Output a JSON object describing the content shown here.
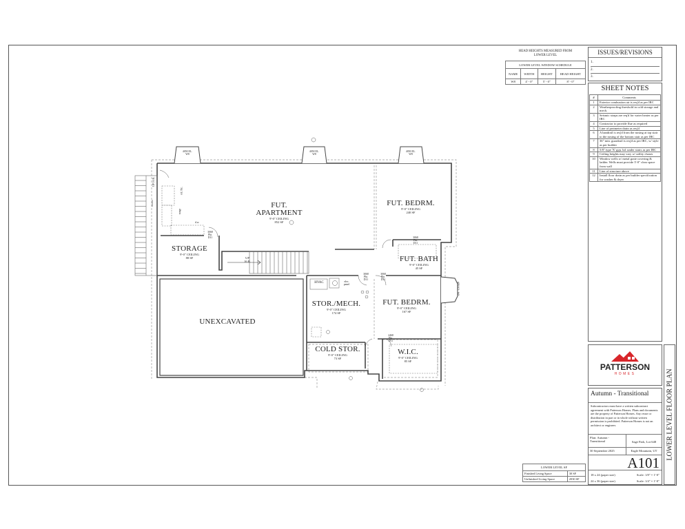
{
  "window_schedule": {
    "caption": "HEAD HEIGHTS MEASURED FROM LOWER LEVEL",
    "title": "LOWER LEVEL WINDOW SCHEDULE",
    "headers": [
      "NAME",
      "WIDTH",
      "HEIGHT",
      "HEAD HEIGHT"
    ],
    "rows": [
      [
        "W8",
        "4' - 0\"",
        "5' - 0\"",
        "8' - 0\""
      ]
    ]
  },
  "issues": {
    "title": "ISSUES/REVISIONS",
    "items": [
      "1.",
      "2.",
      "3."
    ]
  },
  "sheet_notes": {
    "title": "SHEET NOTES",
    "headers": [
      "#",
      "Comments"
    ],
    "rows": [
      [
        "1",
        "Exterior combustion air is req'd as per IRC"
      ],
      [
        "2",
        "Weatherproofing threshold in cold storage and mech."
      ],
      [
        "3",
        "Seismic straps are req'd for water heater as per IRC"
      ],
      [
        "4",
        "Contractor to provide flue as required"
      ],
      [
        "5",
        "Line of perimeter drain as req'd"
      ],
      [
        "6",
        "A handrail is req'd from the nosing at top stair to the nosing of the bottom stair as per IRC"
      ],
      [
        "7",
        "36\" min. guardrail is req'd as per IRC, w/ style as per builder"
      ],
      [
        "8",
        "5/8\" type 'X' gyp. bd. under stairs as per IRC"
      ],
      [
        "9",
        "Ceiling heights may vary w/ utility chases"
      ],
      [
        "10",
        "Window wells w/ metal grate covering & ladder. Wells must provide 3'-0\" clear space from wall"
      ],
      [
        "11",
        "Line of structure above"
      ],
      [
        "12",
        "Install floor drain as per builder specification for washer & dryer"
      ]
    ]
  },
  "logo": {
    "brand": "PATTERSON",
    "sub": "HOMES",
    "color": "#d8262b"
  },
  "title_block": {
    "plan_name": "Autumn - Transitional",
    "disclaimer": "Subcontractors must have a written subcontract agreement with Patterson Homes. Plans and documents are the property of Patterson Homes. Any reuse or distribution in part or in whole without written permission is prohibited. Patterson Homes is not an architect or engineer.",
    "plan": "Plan: Autumn - Transitional",
    "lot": "Sage Park, Lot 648",
    "date": "30 September 2025",
    "city": "Eagle Mountain, UT",
    "sheet": "A101",
    "scale_rows": [
      [
        "18 x 24 (paper size)",
        "Scale: 1/8\" = 1'-0\""
      ],
      [
        "24 x 36 (paper size)",
        "Scale: 1/4\" = 1'-0\""
      ]
    ],
    "sheet_title": "LOWER LEVEL FLOOR PLAN"
  },
  "sf_table": {
    "title": "LOWER LEVEL SF",
    "rows": [
      [
        "Finished Living Space",
        "30 SF"
      ],
      [
        "Unfinished Living Space",
        "2030 SF"
      ]
    ]
  },
  "plan": {
    "windows": [
      {
        "size": "4050 EL.",
        "name": "W8"
      },
      {
        "size": "4050 EL.",
        "name": "W8"
      },
      {
        "size": "4050 EL.",
        "name": "W8"
      },
      {
        "size": "4050 EL.",
        "name": "W8"
      }
    ],
    "rooms": {
      "apartment": {
        "name1": "FUT.",
        "name2": "APARTMENT",
        "ceiling": "9'-0\" CEILING",
        "area": "852 SF"
      },
      "bedroom1": {
        "name": "FUT. BEDRM.",
        "ceiling": "9'-0\" CEILING",
        "area": "240 SF"
      },
      "storage": {
        "name": "STORAGE",
        "ceiling": "9'-0\" CEILING",
        "area": "88 SF"
      },
      "bath": {
        "name": "FUT. BATH",
        "ceiling": "9'-0\" CEILING",
        "area": "45 SF"
      },
      "mech": {
        "name": "STOR./MECH.",
        "ceiling": "9'-0\" CEILING",
        "area": "174 SF"
      },
      "bedroom2": {
        "name": "FUT. BEDRM.",
        "ceiling": "9'-0\" CEILING",
        "area": "167 SF"
      },
      "unexcavated": {
        "name": "UNEXCAVATED"
      },
      "cold": {
        "name": "COLD STOR.",
        "ceiling": "9'-0\" CEILING",
        "area": "73 SF"
      },
      "wic": {
        "name": "W.I.C.",
        "ceiling": "9'-0\" CEILING",
        "area": "85 SF"
      }
    },
    "stair_up": "UP",
    "stair_risers": "16 R.",
    "hvac": "HVAC",
    "elec": "elec. panel",
    "ref": "ref./frz.",
    "range": "range",
    "dw": "d.w.",
    "door_tag": "3068 Pkt. D11",
    "door_tag2": "2468 Pkt. D11"
  }
}
